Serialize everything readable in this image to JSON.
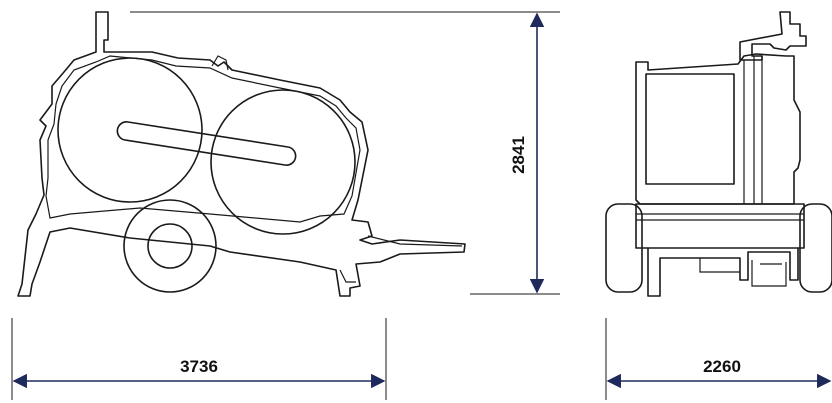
{
  "dimensions": {
    "length": "3736",
    "height": "2841",
    "width": "2260"
  },
  "colors": {
    "dimension_line": "#1f2a5c",
    "outline": "#1a1a1a"
  }
}
